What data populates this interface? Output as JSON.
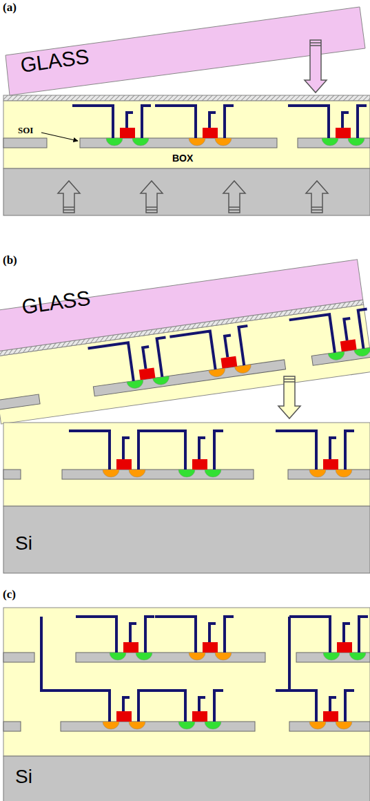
{
  "diagram": {
    "labels": [
      "(a)",
      "GLASS",
      "SOI",
      "BOX",
      "(b)",
      "GLASS",
      "Si",
      "(c)",
      "Si"
    ]
  }
}
